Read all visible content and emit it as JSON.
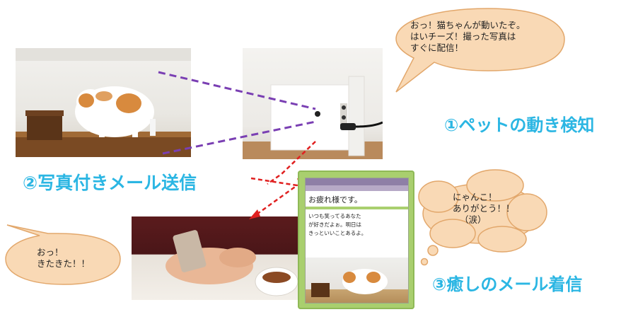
{
  "bubbles": {
    "camera_speech": [
      "おっ！猫ちゃんが動いたぞ。",
      "はいチーズ！撮った写真は",
      "すぐに配信！"
    ],
    "phone_user_speech": [
      "おっ！",
      "きたきた！！"
    ],
    "thought": [
      "にゃんこ！",
      "ありがとう！！",
      "（涙）"
    ]
  },
  "captions": {
    "step1": "①ペットの動き検知",
    "step2": "②写真付きメール送信",
    "step3": "③癒しのメール着信"
  },
  "email": {
    "subject": "お疲れ様です。",
    "body": [
      "いつも笑ってるあなた",
      "が好きだよぉ。明日は",
      "きっといいことあるよ。"
    ]
  },
  "colors": {
    "caption": "#2bb6e3",
    "bubble_fill": "#f9d9b5",
    "bubble_stroke": "#e2a76b",
    "dashed_line": "#7a3fb3",
    "red_arrow": "#e02020",
    "device_frame": "#a9cf6e"
  }
}
